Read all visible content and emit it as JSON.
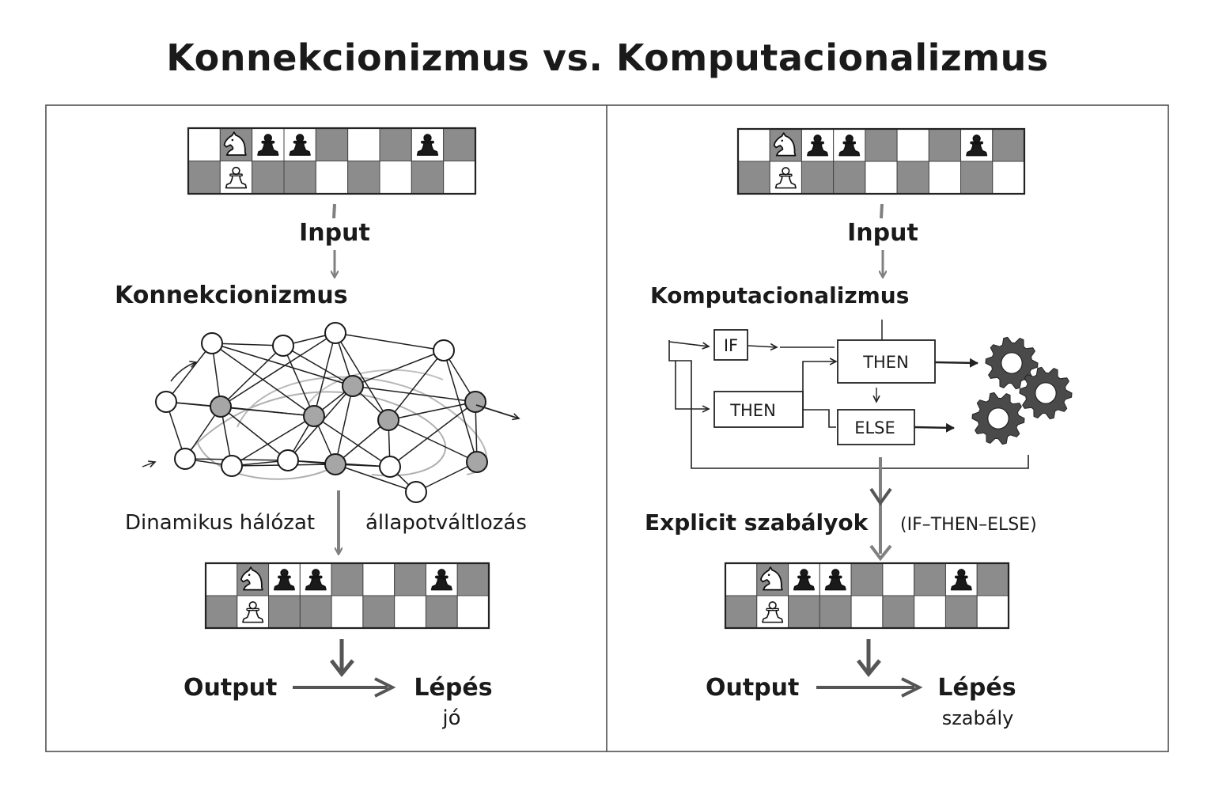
{
  "title": "Konnekcionizmus vs. Komputacionalizmus",
  "left": {
    "input_label": "Input",
    "heading": "Konnekcionizmus",
    "caption_a": "Dinamikus hálózat",
    "caption_b": "állapotváltlozás",
    "output_label": "Output",
    "result_label": "Lépés",
    "result_sub": "jó"
  },
  "right": {
    "input_label": "Input",
    "heading": "Komputacionalizmus",
    "flow": {
      "if": "IF",
      "then_top": "THEN",
      "then_left": "THEN",
      "else": "ELSE"
    },
    "caption_a": "Explicit szabályok",
    "caption_b": "(IF–THEN–ELSE)",
    "output_label": "Output",
    "result_label": "Lépés",
    "result_sub": "szabály"
  },
  "board": {
    "top_row": [
      "light",
      "dark",
      "light",
      "light",
      "dark",
      "light",
      "dark",
      "light",
      "dark"
    ],
    "bottom_row": [
      "dark",
      "light",
      "dark",
      "dark",
      "light",
      "dark",
      "light",
      "dark",
      "light"
    ],
    "pieces": [
      {
        "row": 0,
        "col": 1,
        "piece": "white-knight"
      },
      {
        "row": 0,
        "col": 2,
        "piece": "black-pawn"
      },
      {
        "row": 0,
        "col": 3,
        "piece": "black-pawn"
      },
      {
        "row": 0,
        "col": 7,
        "piece": "black-pawn"
      },
      {
        "row": 1,
        "col": 1,
        "piece": "white-pawn"
      }
    ]
  },
  "colors": {
    "ink": "#1a1a1a",
    "gray_square": "#8c8c8c",
    "light_square": "#ffffff",
    "arrow_gray": "#808080",
    "node_gray": "#a6a6a6",
    "gear": "#4a4a4a"
  }
}
